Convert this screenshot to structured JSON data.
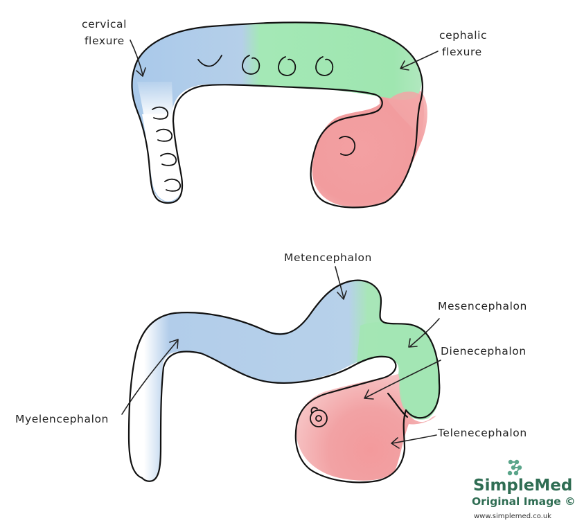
{
  "labels": {
    "cervical_line1": "cervical",
    "cervical_line2": "flexure",
    "cephalic_line1": "cephalic",
    "cephalic_line2": "flexure",
    "metencephalon": "Metencephalon",
    "mesencephalon": "Mesencephalon",
    "dienecephalon": "Dienecephalon",
    "telenecephalon": "Telenecephalon",
    "myelencephalon": "Myelencephalon"
  },
  "logo": {
    "name": "SimpleMed",
    "subtitle": "Original Image ©",
    "url": "www.simplemed.co.uk"
  },
  "colors": {
    "blue": "#a6c7e8",
    "green": "#9fe6b0",
    "red": "#f29c9e",
    "logo_green": "#2f6d53"
  }
}
